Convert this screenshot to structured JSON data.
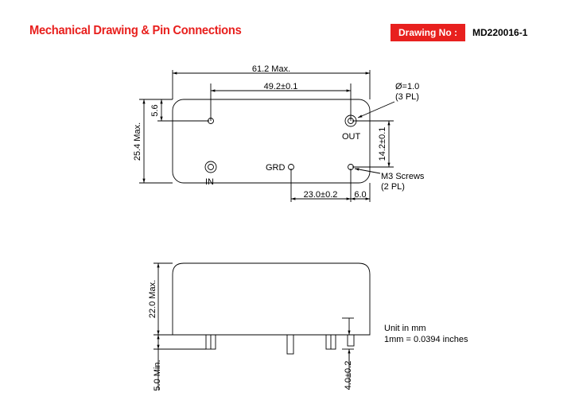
{
  "header": {
    "title": "Mechanical Drawing & Pin Connections",
    "drawing_no_label": "Drawing No :",
    "drawing_no_value": "MD220016-1"
  },
  "top_view": {
    "dim_overall_length": "61.2 Max.",
    "dim_pin_span": "49.2±0.1",
    "dim_height": "25.4 Max.",
    "dim_pin_offset": "5.6",
    "dim_out_to_screw": "14.2±0.1",
    "dim_grd_to_screw": "23.0±0.2",
    "dim_screw_to_edge": "6.0",
    "pin_diameter_note": "Ø=1.0",
    "pin_diameter_qty": "(3 PL)",
    "label_out": "OUT",
    "label_in": "IN",
    "label_grd": "GRD",
    "screw_note": "M3 Screws",
    "screw_qty": "(2 PL)"
  },
  "side_view": {
    "dim_body_height": "22.0 Max.",
    "dim_pin_length": "5.0 Min.",
    "dim_screw_length": "4.0±0.2"
  },
  "units": {
    "line1": "Unit in mm",
    "line2": "1mm = 0.0394 inches"
  }
}
